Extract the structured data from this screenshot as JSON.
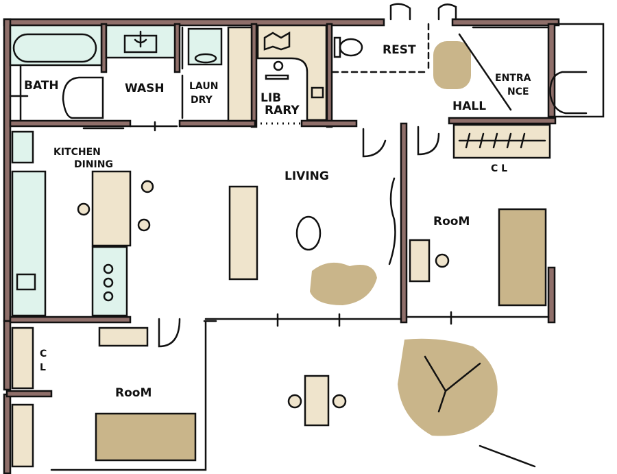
{
  "rooms": {
    "bath": "BATH",
    "wash": "WASH",
    "laundry_1": "LAUN",
    "laundry_2": "DRY",
    "library_1": "LIB",
    "library_2": "RARY",
    "rest": "REST",
    "hall": "HALL",
    "entrance_1": "ENTRA",
    "entrance_2": "NCE",
    "kitchen_1": "KITCHEN",
    "kitchen_2": "DINING",
    "living": "LIVING",
    "closet_right": "C L",
    "room_right": "RooM",
    "closet_left_1": "C",
    "closet_left_2": "L",
    "room_left": "RooM"
  },
  "colors": {
    "wall": "#8f6f6a",
    "wet_area": "#dff3ec",
    "furniture": "#efe4cc",
    "plant": "#c9b58a"
  }
}
